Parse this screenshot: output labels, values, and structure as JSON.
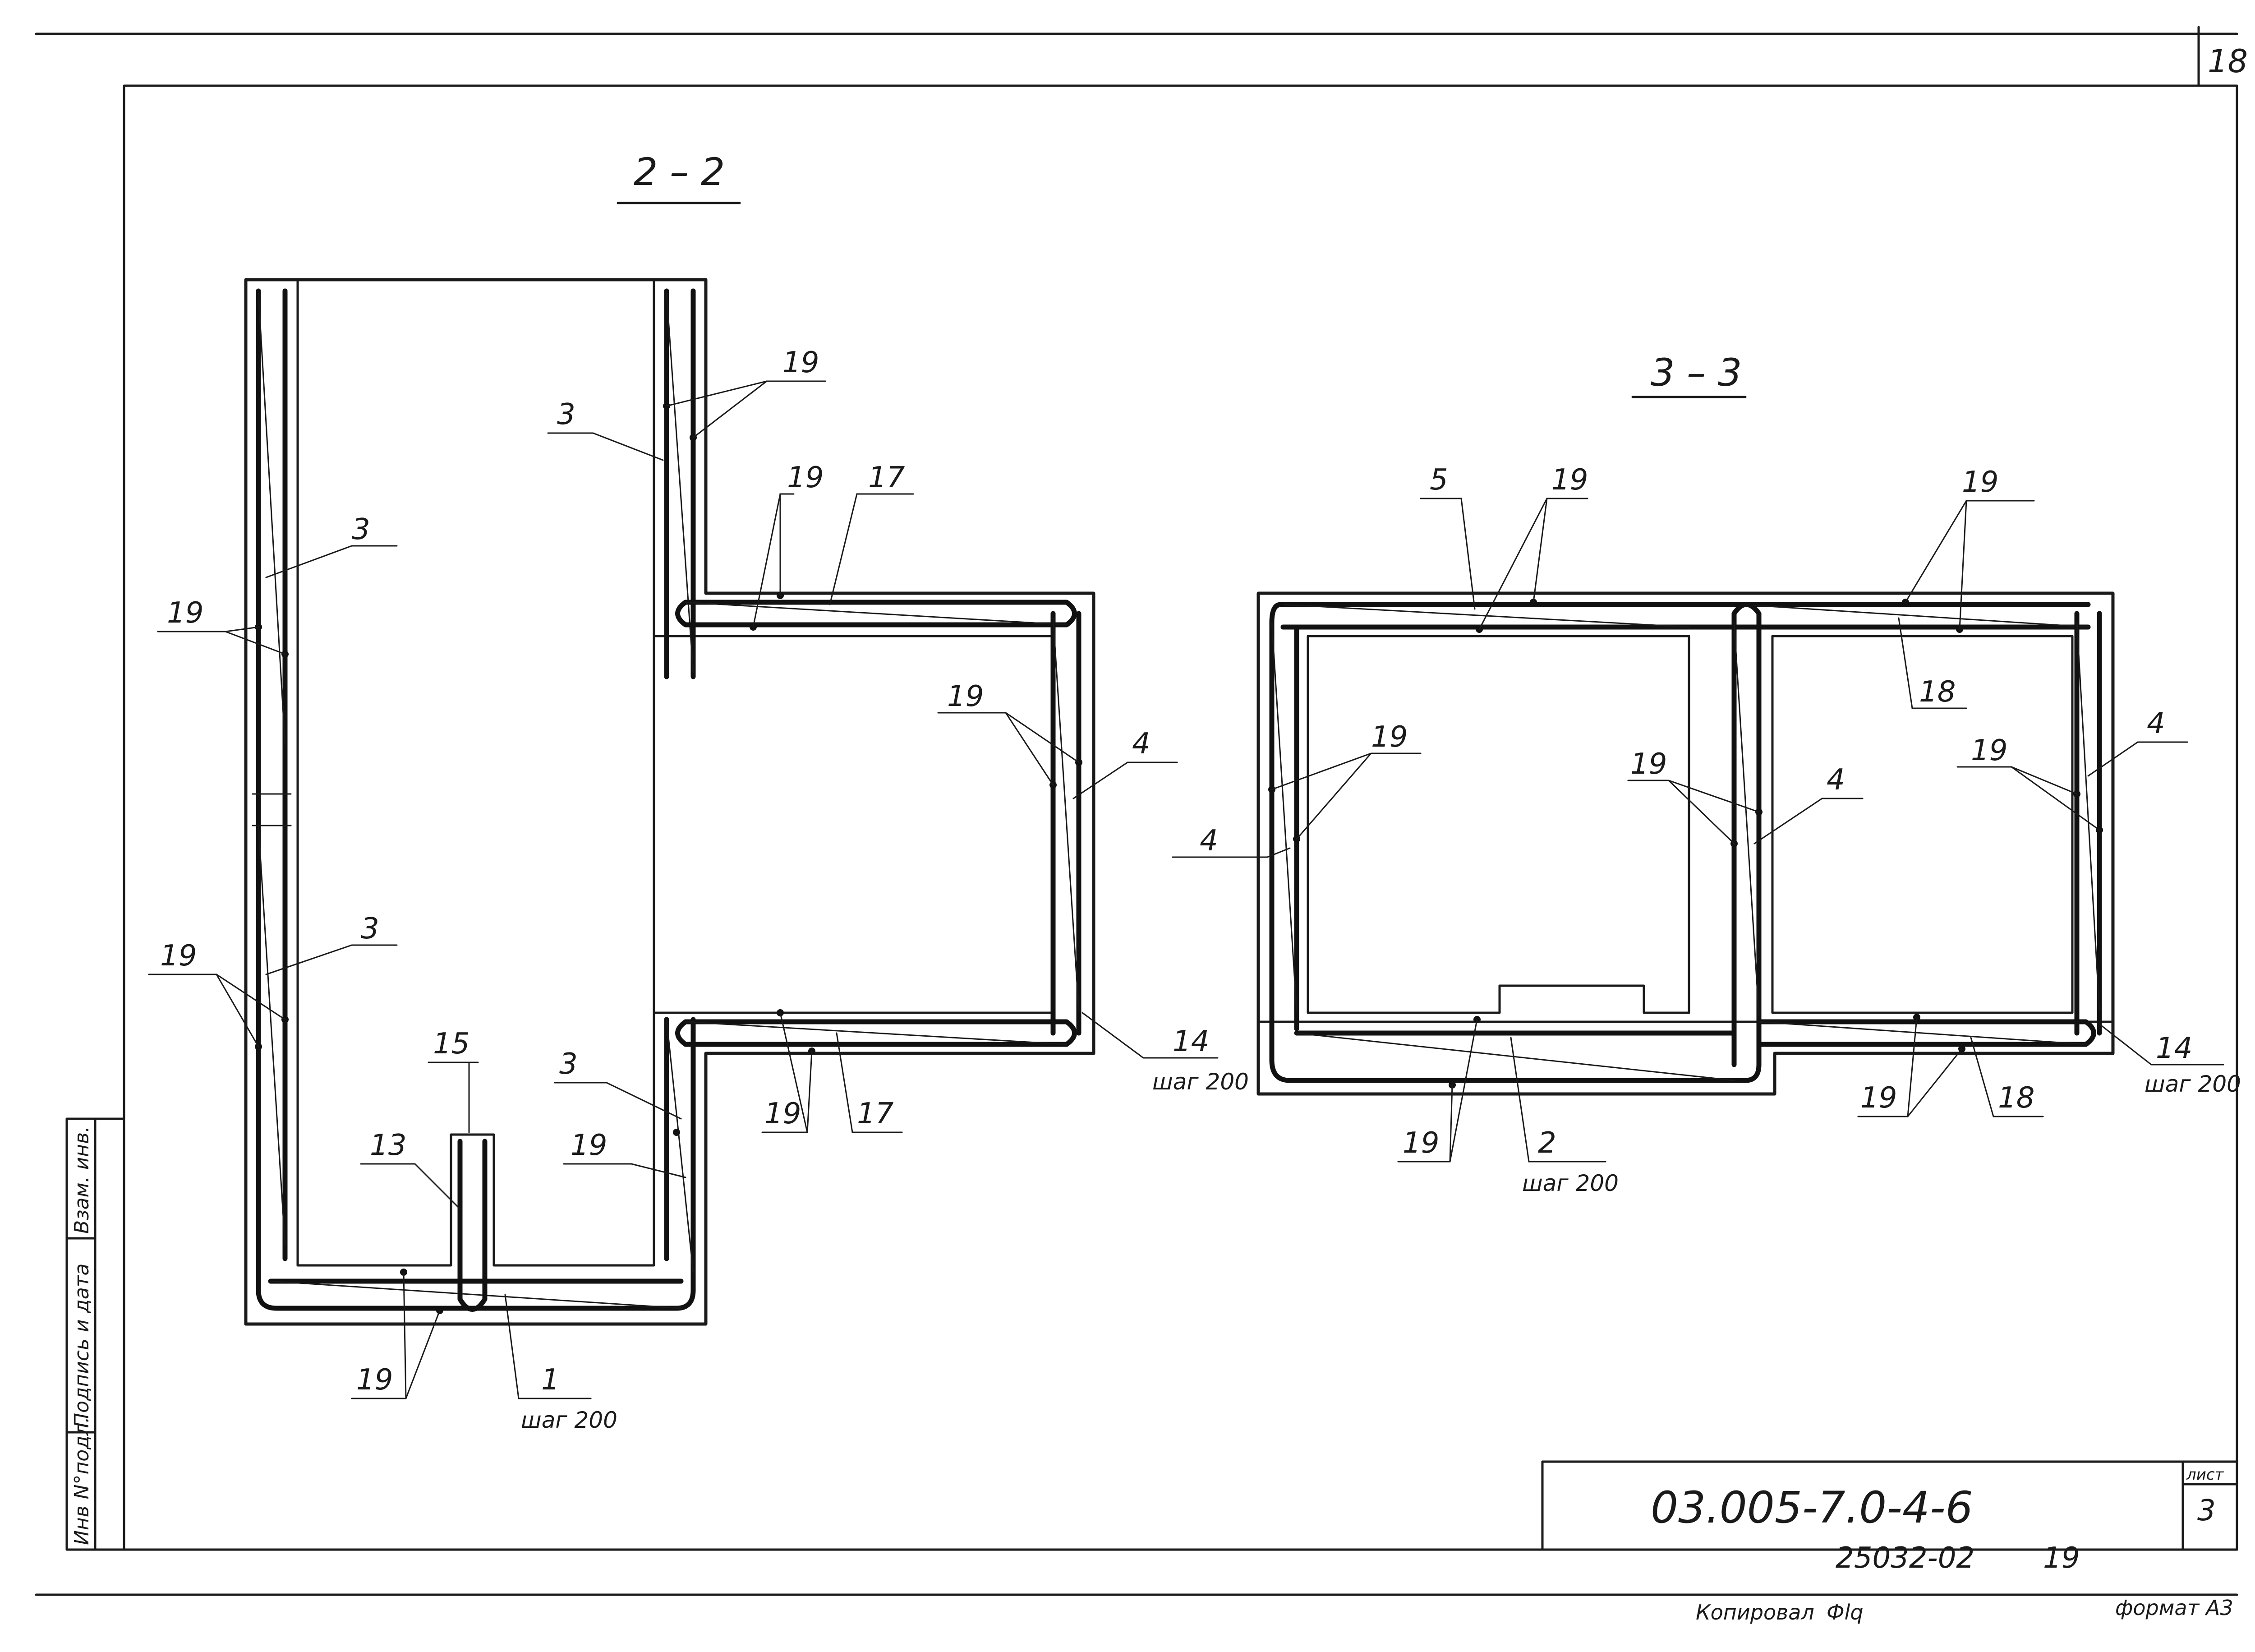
{
  "sheet": {
    "page_number": "18",
    "designation": "03.005-7.0-4-6",
    "sheet_label": "лист",
    "sheet_number": "3",
    "archive_number": "25032-02",
    "archive_suffix": "19",
    "copied_by": "Копировал",
    "copier_signature": "Фlq",
    "format": "формат А3"
  },
  "side_stamp": {
    "inventory": "Инв N°подл.",
    "signature_date": "Подпись и дата",
    "replaced_inventory": "Взам. инв."
  },
  "section_2_2": {
    "title": "2 – 2",
    "labels": {
      "mark_3_a": "3",
      "mark_3_b": "3",
      "mark_3_c": "3",
      "mark_3_d": "3",
      "mark_19_a": "19",
      "mark_19_b": "19",
      "mark_19_c": "19",
      "mark_19_d": "19",
      "mark_19_e": "19",
      "mark_19_f": "19",
      "mark_19_g": "19",
      "mark_17_a": "17",
      "mark_17_b": "17",
      "mark_4": "4",
      "mark_14": "14",
      "mark_14_step": "шаг 200",
      "mark_15": "15",
      "mark_13": "13",
      "mark_1": "1",
      "mark_1_step": "шаг 200"
    }
  },
  "section_3_3": {
    "title": "3 – 3",
    "labels": {
      "mark_5": "5",
      "mark_19_a": "19",
      "mark_19_b": "19",
      "mark_19_c": "19",
      "mark_19_d": "19",
      "mark_19_e": "19",
      "mark_19_f": "19",
      "mark_19_g": "19",
      "mark_18_a": "18",
      "mark_18_b": "18",
      "mark_4_a": "4",
      "mark_4_b": "4",
      "mark_4_c": "4",
      "mark_14": "14",
      "mark_14_step": "шаг 200",
      "mark_2": "2",
      "mark_2_step": "шаг 200"
    }
  }
}
